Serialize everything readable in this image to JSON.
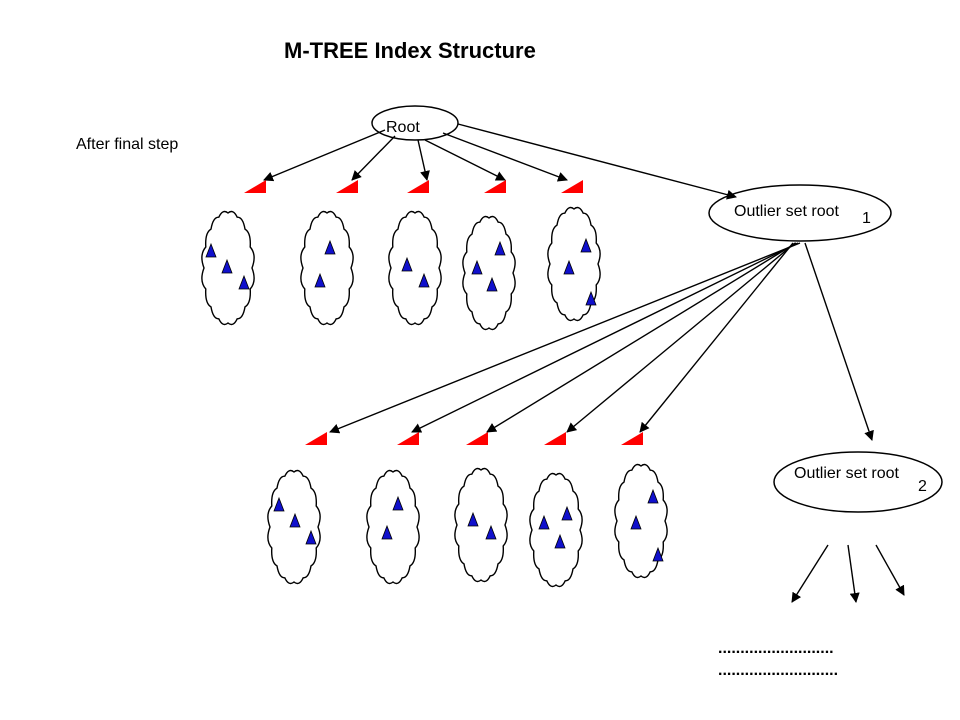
{
  "title": "M-TREE Index Structure",
  "note": "After final step",
  "nodes": {
    "root": "Root",
    "outlier1": "Outlier set root",
    "outlier1_sub": "1",
    "outlier2": "Outlier set root",
    "outlier2_sub": "2"
  },
  "continuation": [
    "..........................",
    "..........................."
  ],
  "colors": {
    "marker": "#ff0000",
    "point": "#1010cc",
    "line": "#000000"
  },
  "icons": {
    "cluster": "cloud-icon",
    "routing_object": "red-wedge-icon",
    "data_point": "blue-triangle-icon"
  }
}
